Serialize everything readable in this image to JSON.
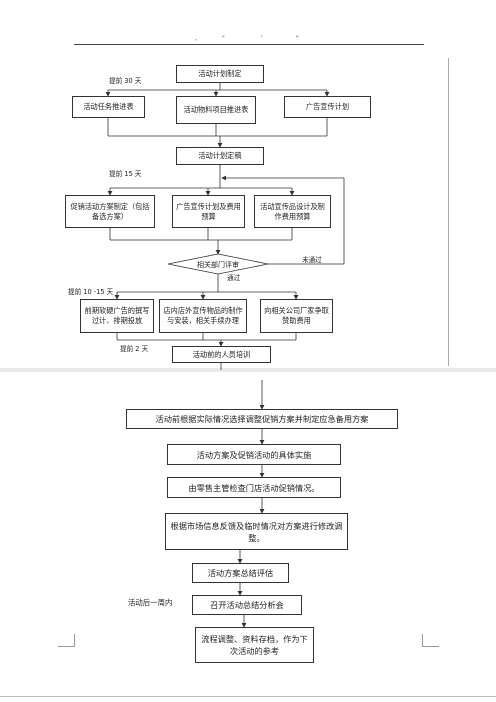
{
  "page1": {
    "header_marks": [
      ",",
      "\"",
      "'",
      "\""
    ],
    "boxes": {
      "plan": "活动计划制定",
      "task_table": "活动任务推进表",
      "material": "活动物料项目推进表",
      "ad_plan": "广告宣传计划",
      "finalize": "活动计划定稿",
      "promo_plan": "促销活动方案制定（包括备选方案）",
      "ad_budget": "广告宣传计划及费用预算",
      "design_budget": "活动宣传品设计及制作费用预算",
      "review": "相关部门评审",
      "ad_write": "前期软硬广告的撰写过计、排期投放",
      "install": "店内店外宣传物品的制作与安装，相关手续办理",
      "vendor": "向相关公司厂家争取赞助费用",
      "training": "活动前的人员培训"
    },
    "labels": {
      "t30": "提前 30 天",
      "t15": "提前 15 天",
      "t10": "提前 10 -15 天",
      "t2": "提前 2 天",
      "fail": "未通过",
      "pass": "通过"
    }
  },
  "page2": {
    "boxes": {
      "adjust": "活动前根据实际情况选择调整促销方案并制定应急备用方案",
      "implement": "活动方案及促销活动的具体实施",
      "supervise": "由零售主管检查门店活动促销情况。",
      "modify": "根据市场信息反馈及临时情况对方案进行修改调整。",
      "summary": "活动方案总结评估",
      "meeting": "召开活动总结分析会",
      "archive": "流程调整、资料存档，作为下次活动的参考"
    },
    "labels": {
      "week_after": "活动后一周内"
    }
  }
}
